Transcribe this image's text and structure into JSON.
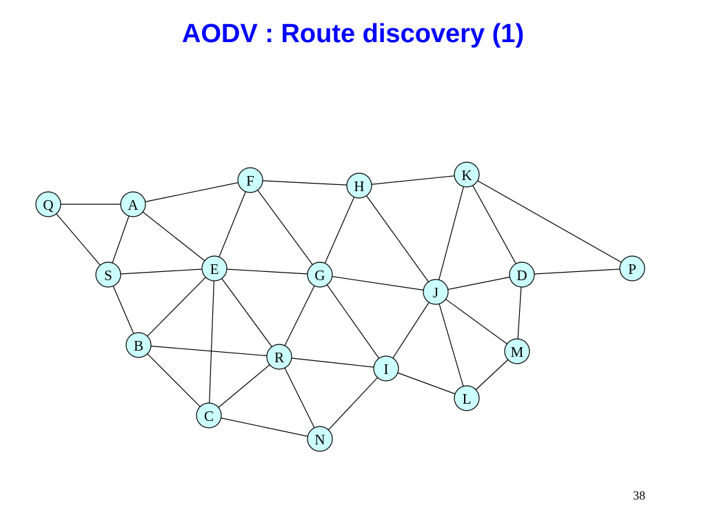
{
  "slide": {
    "title": "AODV : Route discovery (1)",
    "page_number": "38"
  },
  "graph": {
    "node_fill": "#ccffff",
    "node_stroke": "#000000",
    "edge_color": "#000000",
    "nodes": [
      {
        "id": "Q",
        "label": "Q"
      },
      {
        "id": "A",
        "label": "A"
      },
      {
        "id": "F",
        "label": "F"
      },
      {
        "id": "H",
        "label": "H"
      },
      {
        "id": "K",
        "label": "K"
      },
      {
        "id": "S",
        "label": "S"
      },
      {
        "id": "E",
        "label": "E"
      },
      {
        "id": "G",
        "label": "G"
      },
      {
        "id": "J",
        "label": "J"
      },
      {
        "id": "D",
        "label": "D"
      },
      {
        "id": "P",
        "label": "P"
      },
      {
        "id": "B",
        "label": "B"
      },
      {
        "id": "R",
        "label": "R"
      },
      {
        "id": "I",
        "label": "I"
      },
      {
        "id": "M",
        "label": "M"
      },
      {
        "id": "L",
        "label": "L"
      },
      {
        "id": "C",
        "label": "C"
      },
      {
        "id": "N",
        "label": "N"
      }
    ],
    "edges": [
      [
        "Q",
        "A"
      ],
      [
        "Q",
        "S"
      ],
      [
        "A",
        "S"
      ],
      [
        "A",
        "F"
      ],
      [
        "A",
        "E"
      ],
      [
        "F",
        "H"
      ],
      [
        "F",
        "E"
      ],
      [
        "F",
        "G"
      ],
      [
        "H",
        "K"
      ],
      [
        "H",
        "G"
      ],
      [
        "H",
        "J"
      ],
      [
        "K",
        "J"
      ],
      [
        "K",
        "D"
      ],
      [
        "K",
        "P"
      ],
      [
        "S",
        "E"
      ],
      [
        "S",
        "B"
      ],
      [
        "E",
        "G"
      ],
      [
        "E",
        "B"
      ],
      [
        "E",
        "C"
      ],
      [
        "E",
        "R"
      ],
      [
        "G",
        "R"
      ],
      [
        "G",
        "J"
      ],
      [
        "G",
        "I"
      ],
      [
        "J",
        "D"
      ],
      [
        "J",
        "I"
      ],
      [
        "J",
        "M"
      ],
      [
        "J",
        "L"
      ],
      [
        "D",
        "P"
      ],
      [
        "D",
        "M"
      ],
      [
        "B",
        "R"
      ],
      [
        "B",
        "C"
      ],
      [
        "R",
        "C"
      ],
      [
        "R",
        "I"
      ],
      [
        "R",
        "N"
      ],
      [
        "I",
        "L"
      ],
      [
        "I",
        "N"
      ],
      [
        "M",
        "L"
      ],
      [
        "C",
        "N"
      ]
    ]
  }
}
